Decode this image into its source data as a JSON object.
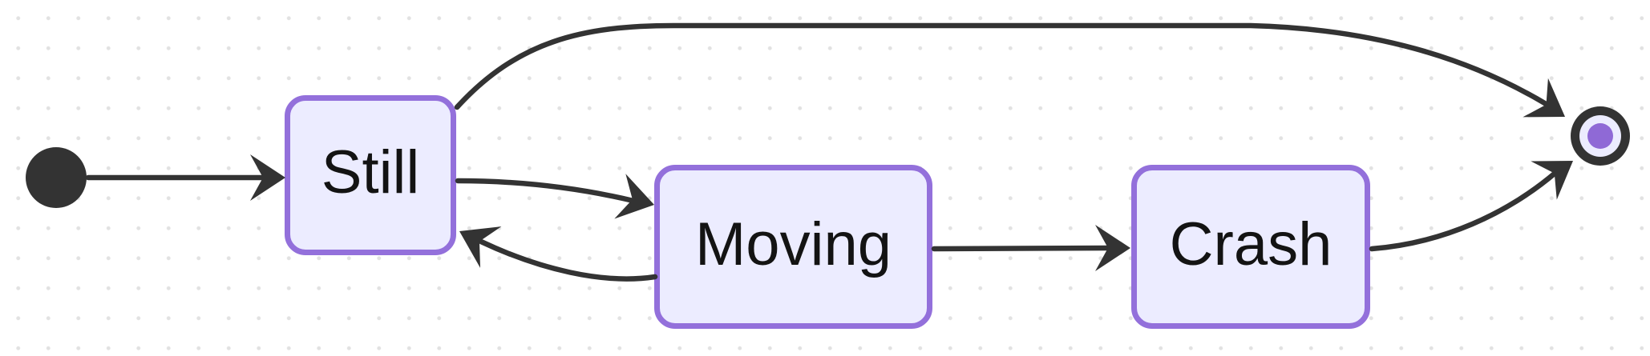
{
  "diagram": {
    "type": "state-diagram",
    "states": [
      {
        "id": "Still",
        "label": "Still"
      },
      {
        "id": "Moving",
        "label": "Moving"
      },
      {
        "id": "Crash",
        "label": "Crash"
      }
    ],
    "pseudostates": [
      {
        "id": "initial",
        "kind": "start"
      },
      {
        "id": "final",
        "kind": "end"
      }
    ],
    "transitions": [
      {
        "from": "initial",
        "to": "Still"
      },
      {
        "from": "Still",
        "to": "Moving"
      },
      {
        "from": "Moving",
        "to": "Still"
      },
      {
        "from": "Moving",
        "to": "Crash"
      },
      {
        "from": "Still",
        "to": "final"
      },
      {
        "from": "Crash",
        "to": "final"
      }
    ]
  },
  "colors": {
    "background": "#ffffff",
    "grid_dot": "#e2e2e2",
    "edge": "#333333",
    "node_fill": "#ececff",
    "node_border": "#9370db",
    "node_text": "#131313",
    "final_inner": "#8f69d6"
  }
}
